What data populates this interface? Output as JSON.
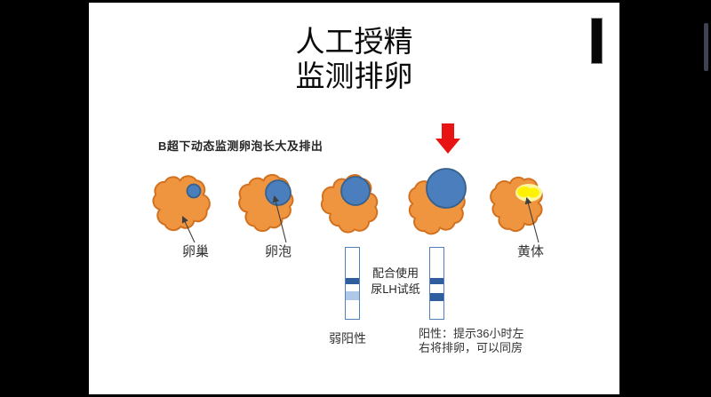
{
  "slide": {
    "title_line1": "人工授精",
    "title_line2": "监测排卵",
    "subtitle": "B超下动态监测卵泡长大及排出",
    "labels": {
      "ovary": "卵巢",
      "follicle": "卵泡",
      "corpus_luteum": "黄体",
      "weak_positive": "弱阳性",
      "positive_line1": "阳性：提示36小时左",
      "positive_line2": "右将排卵，可以同房",
      "strip_note_line1": "配合使用",
      "strip_note_line2": "尿LH试纸"
    }
  },
  "colors": {
    "orange": "#F0953F",
    "orange_border": "#D2711F",
    "blue": "#4A7EBC",
    "blue_border": "#38618C",
    "yellow": "#FFF200",
    "yellow_light": "#FBF7A0",
    "red": "#E81313",
    "strip_border": "#4F81BD",
    "band_dark": "#2F5D9E",
    "band_light": "#AFC8E8",
    "arrow": "#3F3F3F"
  }
}
